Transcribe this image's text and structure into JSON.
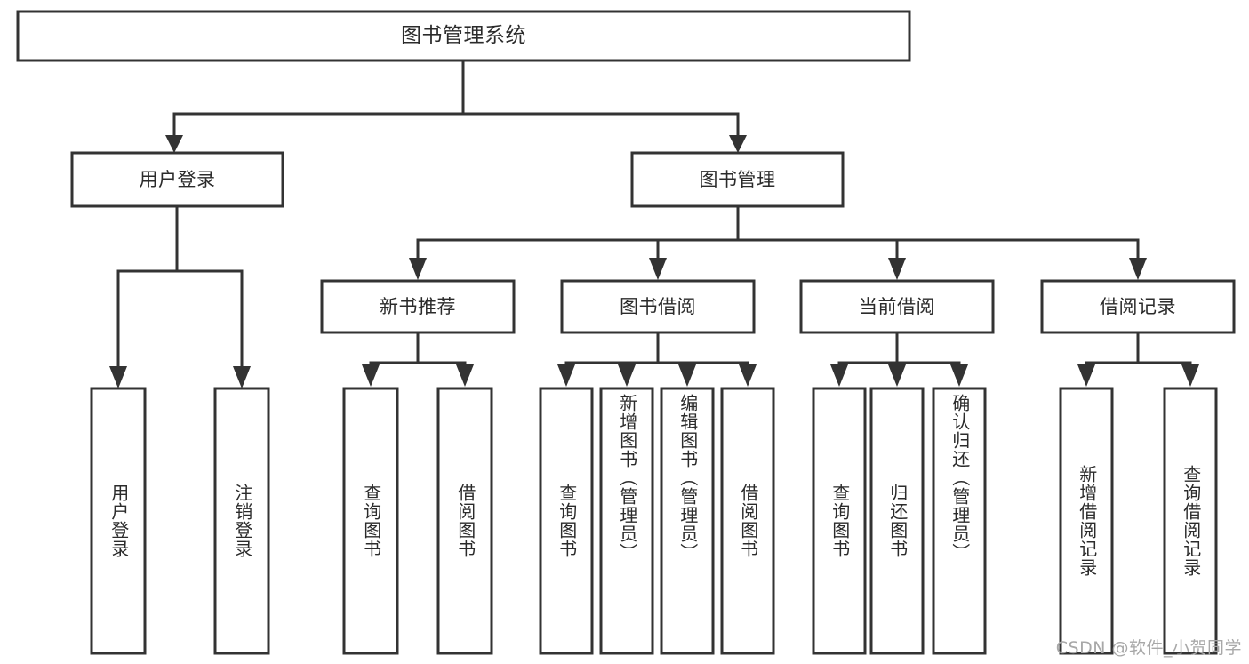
{
  "diagram": {
    "title": "图书管理系统",
    "watermark": "CSDN @软件_小贺同学",
    "accent_color": "#333333",
    "box_fill": "#ffffff",
    "nodes": {
      "root": {
        "label": "图书管理系统"
      },
      "level1": [
        {
          "id": "user-login",
          "label": "用户登录"
        },
        {
          "id": "book-management",
          "label": "图书管理"
        }
      ],
      "level2": [
        {
          "id": "new-book-recommend",
          "label": "新书推荐"
        },
        {
          "id": "book-borrow",
          "label": "图书借阅"
        },
        {
          "id": "current-borrow",
          "label": "当前借阅"
        },
        {
          "id": "borrow-record",
          "label": "借阅记录"
        }
      ],
      "leaves": {
        "user-login": [
          {
            "id": "leaf-user-login",
            "label": "用户登录"
          },
          {
            "id": "leaf-logout-login",
            "label": "注销登录"
          }
        ],
        "new-book-recommend": [
          {
            "id": "leaf-query-book-1",
            "label": "查询图书"
          },
          {
            "id": "leaf-borrow-book-1",
            "label": "借阅图书"
          }
        ],
        "book-borrow": [
          {
            "id": "leaf-query-book-2",
            "label": "查询图书"
          },
          {
            "id": "leaf-add-book-admin",
            "label": "新增图书（管理员）"
          },
          {
            "id": "leaf-edit-book-admin",
            "label": "编辑图书（管理员）"
          },
          {
            "id": "leaf-borrow-book-2",
            "label": "借阅图书"
          }
        ],
        "current-borrow": [
          {
            "id": "leaf-query-book-3",
            "label": "查询图书"
          },
          {
            "id": "leaf-return-book",
            "label": "归还图书"
          },
          {
            "id": "leaf-confirm-return-admin",
            "label": "确认归还（管理员）"
          }
        ],
        "borrow-record": [
          {
            "id": "leaf-add-borrow-record",
            "label": "新增借阅记录"
          },
          {
            "id": "leaf-query-borrow-record",
            "label": "查询借阅记录"
          }
        ]
      }
    }
  }
}
